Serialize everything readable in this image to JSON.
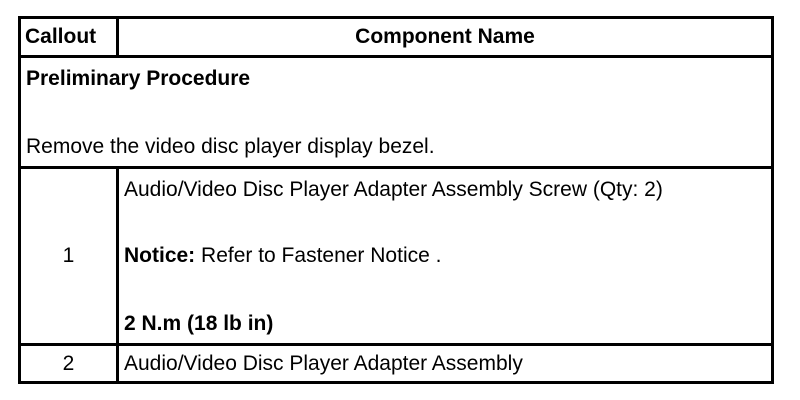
{
  "table": {
    "header": {
      "callout": "Callout",
      "component_name": "Component Name"
    },
    "preliminary": {
      "title": "Preliminary Procedure",
      "text": "Remove the video disc player display bezel."
    },
    "rows": [
      {
        "callout": "1",
        "name": "Audio/Video Disc Player Adapter Assembly Screw (Qty: 2)",
        "notice_label": "Notice:",
        "notice_text": " Refer to Fastener Notice .",
        "torque": "2 N.m (18 lb in)"
      },
      {
        "callout": "2",
        "name": "Audio/Video Disc Player Adapter Assembly"
      }
    ]
  }
}
